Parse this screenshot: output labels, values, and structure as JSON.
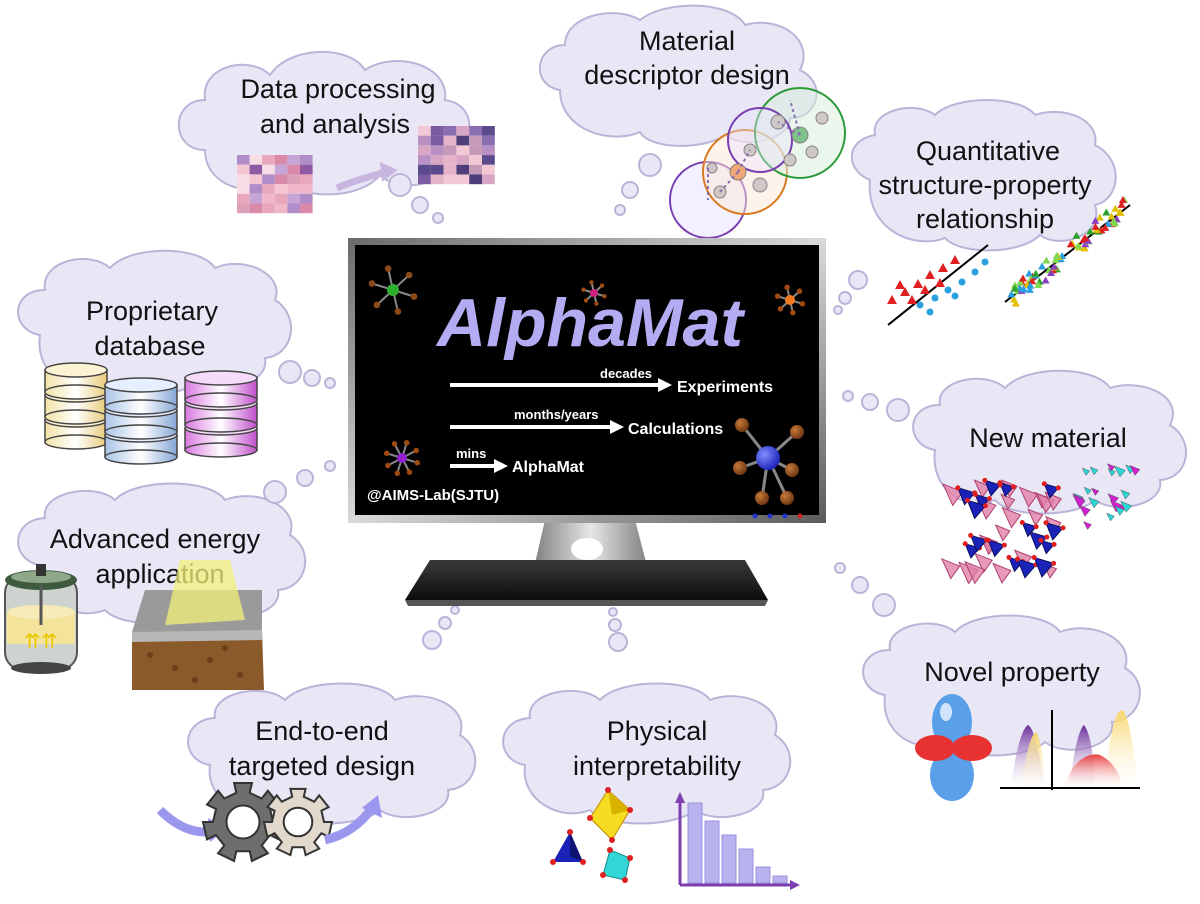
{
  "screen": {
    "title": "AlphaMat",
    "rows": [
      {
        "above": "decades",
        "target": "Experiments"
      },
      {
        "above": "months/years",
        "target": "Calculations"
      },
      {
        "above": "mins",
        "target": "AlphaMat"
      }
    ],
    "credit": "@AIMS-Lab(SJTU)"
  },
  "clouds": {
    "data_processing": [
      "Data processing",
      "and analysis"
    ],
    "descriptor": [
      "Material",
      "descriptor design"
    ],
    "qspr": [
      "Quantitative",
      "structure-property",
      "relationship"
    ],
    "database": [
      "Proprietary",
      "database"
    ],
    "new_material": [
      "New material"
    ],
    "energy": [
      "Advanced energy",
      "application"
    ],
    "novel_property": [
      "Novel property"
    ],
    "end_to_end": [
      "End-to-end",
      "targeted design"
    ],
    "physical": [
      "Physical",
      "interpretability"
    ]
  },
  "colors": {
    "cloud_fill": "#e9e7f6",
    "cloud_stroke": "#b9b4d8",
    "screen_bg": "#000000",
    "title_color": "#b3acf2",
    "bar_color": "#b8b2ee"
  },
  "icons": [
    "heatmap-icon",
    "crystal-sphere-icon",
    "scatter-fit-icon",
    "database-cylinder-icon",
    "crystal-structure-icon",
    "battery-icon",
    "solar-layer-icon",
    "orbital-icon",
    "spectrum-peaks-icon",
    "gear-icon",
    "polyhedra-icon",
    "bar-histogram-icon",
    "monitor-icon"
  ]
}
